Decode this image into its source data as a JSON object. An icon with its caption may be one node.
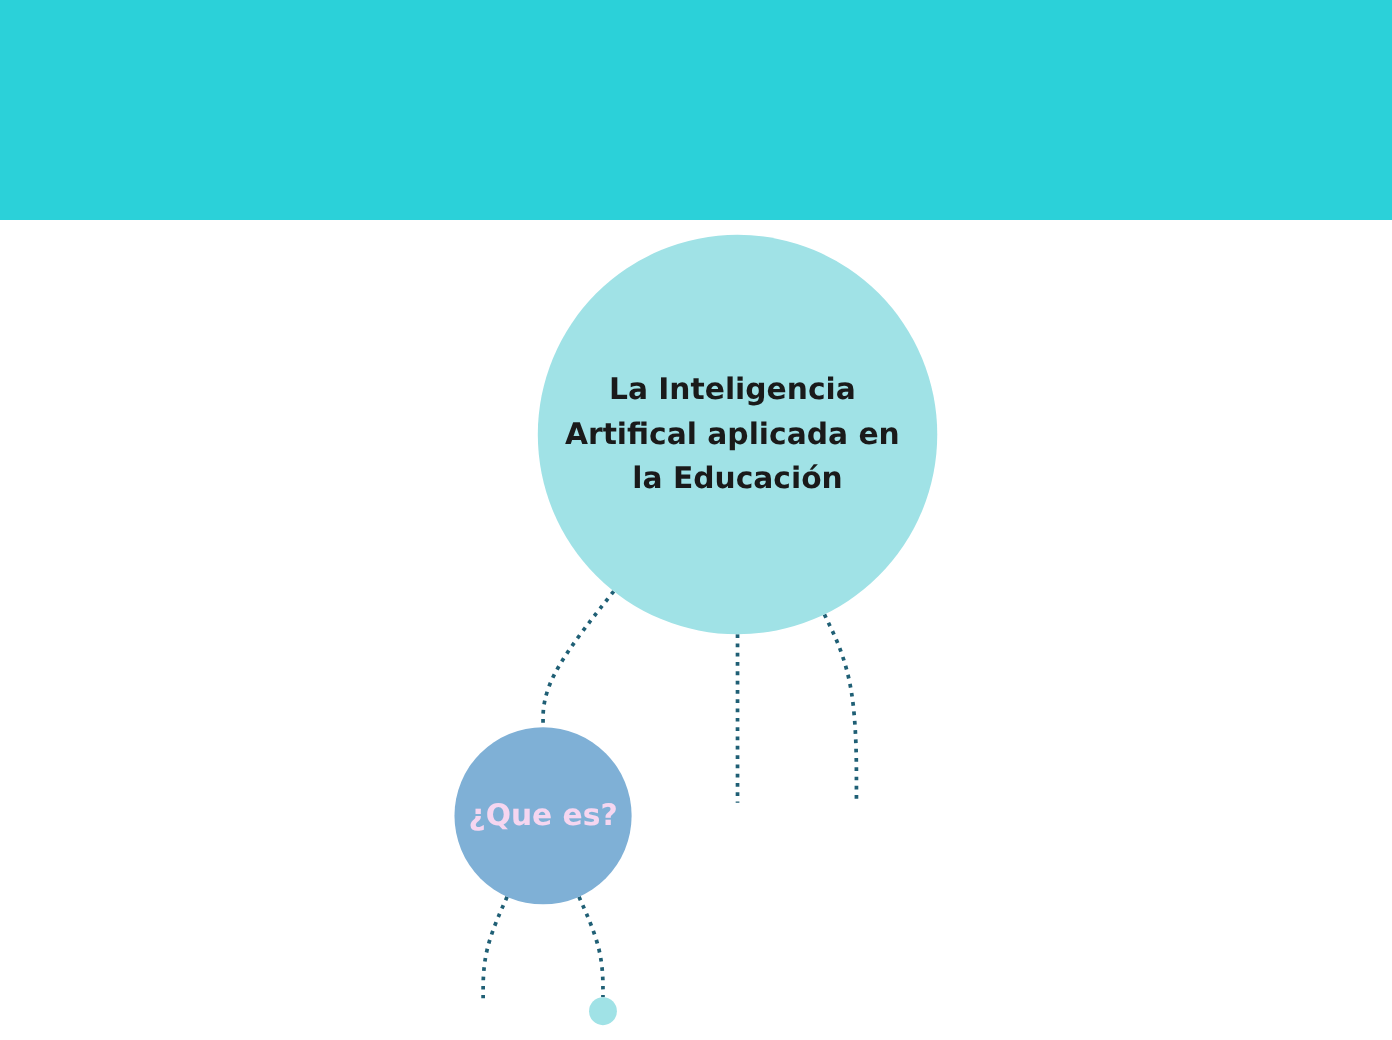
{
  "diagram": {
    "nodes": [
      {
        "text": [
          "La Inteligencia Artifical aplicada en la Educación"
        ]
      },
      {
        "text": [
          "¿Que es?"
        ]
      },
      {
        "text": [],
        "shape": "circle"
      }
    ],
    "edges": [
      {
        "from": 0,
        "to": null,
        "arrow": "none",
        "style": "dashed"
      },
      {
        "from": 0,
        "to": null,
        "arrow": "none",
        "style": "dashed"
      },
      {
        "from": 0,
        "to": 1,
        "arrow": "none",
        "style": "dashed"
      },
      {
        "from": 1,
        "to": null,
        "arrow": "none",
        "style": "dashed"
      },
      {
        "from": 1,
        "to": 2,
        "arrow": "none",
        "style": "dashed"
      }
    ]
  }
}
